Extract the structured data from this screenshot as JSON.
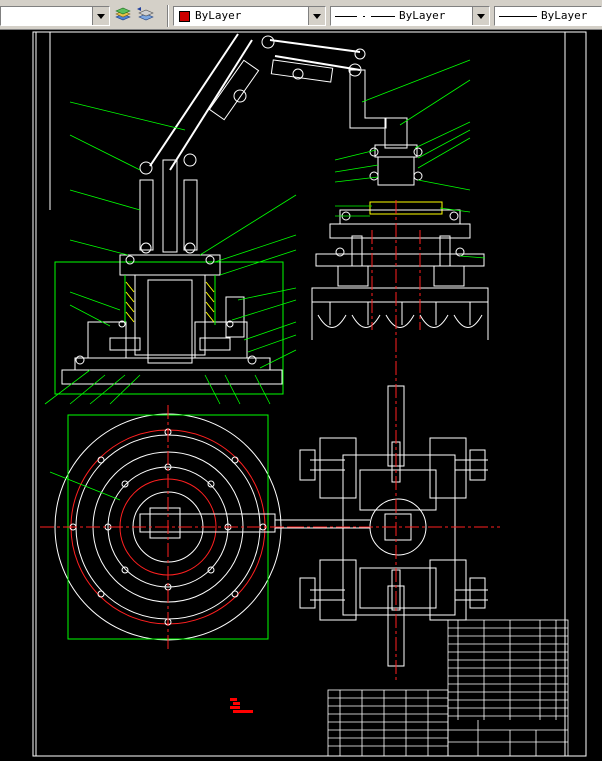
{
  "toolbar": {
    "layer_combo_value": "",
    "layer_tools": [
      "layers-stack-icon",
      "layer-previous-icon"
    ],
    "color_control": {
      "label": "ByLayer",
      "swatch_color": "#cc0000"
    },
    "linetype_control": {
      "label": "ByLayer"
    },
    "lineweight_control": {
      "label": "ByLayer"
    }
  },
  "drawing": {
    "background": "#000000",
    "line_colors": {
      "frame": "#ffffff",
      "geometry": "#ffffff",
      "centerline": "#ff2020",
      "leader": "#00ff00",
      "dimension": "#00ff00",
      "hatch": "#ffff00",
      "marker": "#ff0000"
    }
  }
}
